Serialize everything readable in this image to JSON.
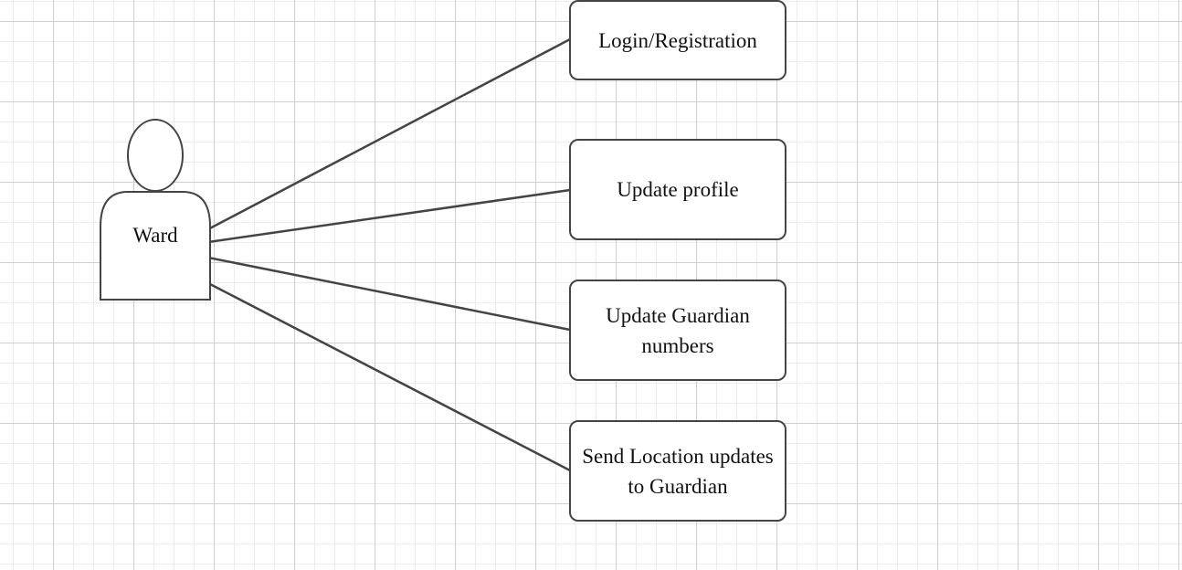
{
  "actor": {
    "label": "Ward"
  },
  "use_cases": [
    {
      "label": "Login/Registration"
    },
    {
      "label": "Update profile"
    },
    {
      "label": "Update Guardian numbers"
    },
    {
      "label": "Send Location updates to Guardian"
    }
  ],
  "colors": {
    "line": "#444444",
    "grid_minor": "#ececec",
    "grid_major": "#cfcfcf",
    "shape_fill": "#ffffff"
  }
}
